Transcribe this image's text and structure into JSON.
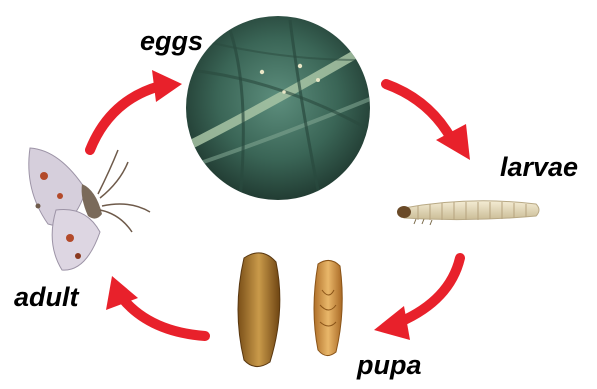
{
  "labels": {
    "eggs": "eggs",
    "larvae": "larvae",
    "pupa": "pupa",
    "adult": "adult"
  },
  "colors": {
    "arrow": "#e8212b",
    "leaf_dark": "#1f3b33",
    "leaf_mid": "#3d6a5c",
    "larva": "#e9dfc2",
    "pupa": "#b07a2e",
    "moth": "#cfc9d6"
  },
  "stages": [
    "eggs",
    "larvae",
    "pupa",
    "adult"
  ]
}
